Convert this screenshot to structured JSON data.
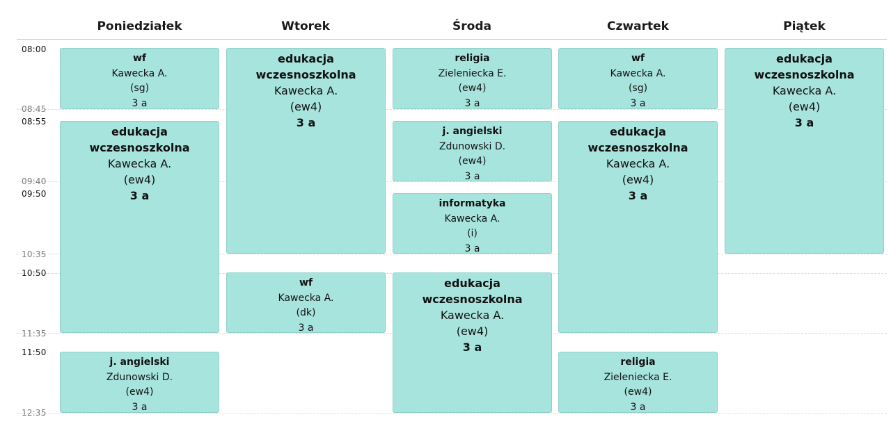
{
  "days": [
    "Poniedziałek",
    "Wtorek",
    "Środa",
    "Czwartek",
    "Piątek"
  ],
  "time_labels": [
    {
      "text": "08:00",
      "kind": "start"
    },
    {
      "text": "08:45",
      "kind": "end"
    },
    {
      "text": "08:55",
      "kind": "start"
    },
    {
      "text": "09:40",
      "kind": "end"
    },
    {
      "text": "09:50",
      "kind": "start"
    },
    {
      "text": "10:35",
      "kind": "end"
    },
    {
      "text": "10:50",
      "kind": "start"
    },
    {
      "text": "11:35",
      "kind": "end"
    },
    {
      "text": "11:50",
      "kind": "start"
    },
    {
      "text": "12:35",
      "kind": "end"
    }
  ],
  "lessons": [
    {
      "day": 0,
      "start": "08:00",
      "end": "08:45",
      "subject": "wf",
      "teacher": "Kawecka A.",
      "room": "(sg)",
      "group": "3 a"
    },
    {
      "day": 0,
      "start": "08:55",
      "end": "11:35",
      "subject": "edukacja wczesnoszkolna",
      "teacher": "Kawecka A.",
      "room": "(ew4)",
      "group": "3 a"
    },
    {
      "day": 0,
      "start": "11:50",
      "end": "12:35",
      "subject": "j. angielski",
      "teacher": "Zdunowski D.",
      "room": "(ew4)",
      "group": "3 a"
    },
    {
      "day": 1,
      "start": "08:00",
      "end": "10:35",
      "subject": "edukacja wczesnoszkolna",
      "teacher": "Kawecka A.",
      "room": "(ew4)",
      "group": "3 a"
    },
    {
      "day": 1,
      "start": "10:50",
      "end": "11:35",
      "subject": "wf",
      "teacher": "Kawecka A.",
      "room": "(dk)",
      "group": "3 a"
    },
    {
      "day": 2,
      "start": "08:00",
      "end": "08:45",
      "subject": "religia",
      "teacher": "Zieleniecka E.",
      "room": "(ew4)",
      "group": "3 a"
    },
    {
      "day": 2,
      "start": "08:55",
      "end": "09:40",
      "subject": "j. angielski",
      "teacher": "Zdunowski D.",
      "room": "(ew4)",
      "group": "3 a"
    },
    {
      "day": 2,
      "start": "09:50",
      "end": "10:35",
      "subject": "informatyka",
      "teacher": "Kawecka A.",
      "room": "(i)",
      "group": "3 a"
    },
    {
      "day": 2,
      "start": "10:50",
      "end": "12:35",
      "subject": "edukacja wczesnoszkolna",
      "teacher": "Kawecka A.",
      "room": "(ew4)",
      "group": "3 a"
    },
    {
      "day": 3,
      "start": "08:00",
      "end": "08:45",
      "subject": "wf",
      "teacher": "Kawecka A.",
      "room": "(sg)",
      "group": "3 a"
    },
    {
      "day": 3,
      "start": "08:55",
      "end": "11:35",
      "subject": "edukacja wczesnoszkolna",
      "teacher": "Kawecka A.",
      "room": "(ew4)",
      "group": "3 a"
    },
    {
      "day": 3,
      "start": "11:50",
      "end": "12:35",
      "subject": "religia",
      "teacher": "Zieleniecka E.",
      "room": "(ew4)",
      "group": "3 a"
    },
    {
      "day": 4,
      "start": "08:00",
      "end": "10:35",
      "subject": "edukacja wczesnoszkolna",
      "teacher": "Kawecka A.",
      "room": "(ew4)",
      "group": "3 a"
    }
  ]
}
